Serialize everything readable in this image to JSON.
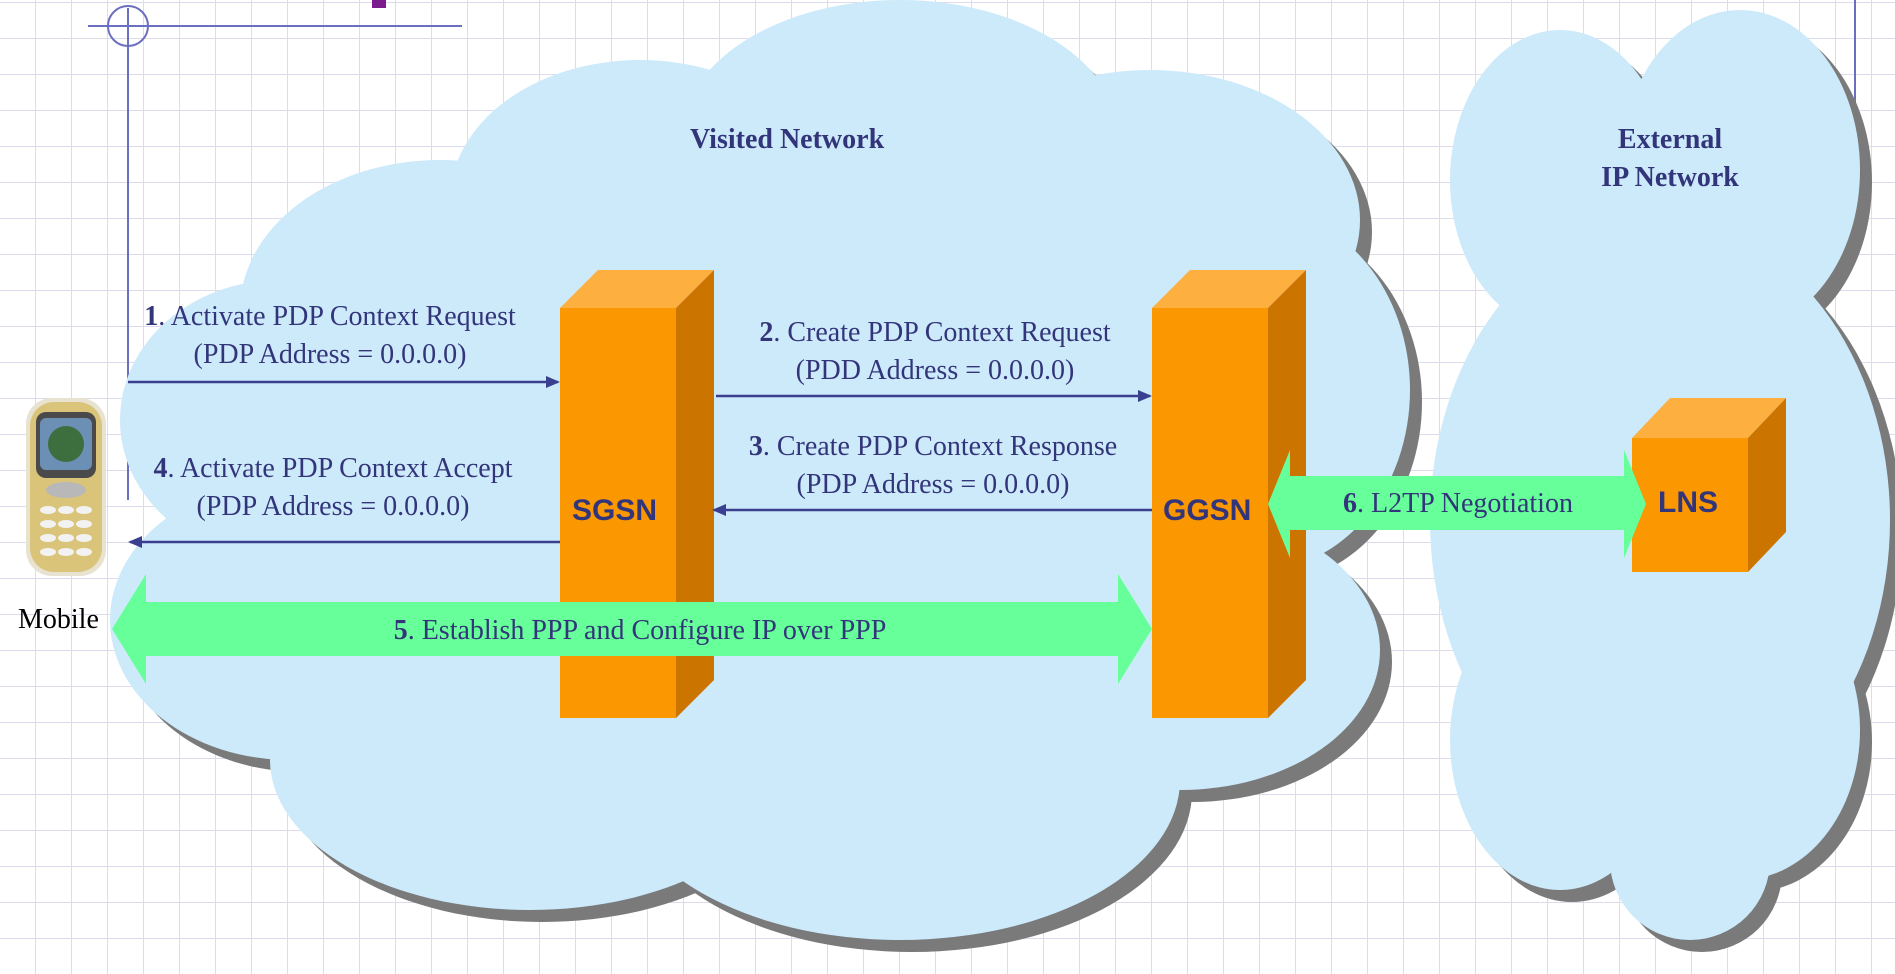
{
  "clouds": {
    "visited": {
      "title": "Visited Network"
    },
    "external": {
      "title_line1": "External",
      "title_line2": "IP Network"
    }
  },
  "nodes": {
    "sgsn": "SGSN",
    "ggsn": "GGSN",
    "lns": "LNS",
    "mobile": "Mobile"
  },
  "messages": {
    "m1": {
      "num": "1",
      "line1": ". Activate PDP Context Request",
      "line2": "(PDP Address = 0.0.0.0)"
    },
    "m2": {
      "num": "2",
      "line1": ". Create PDP Context Request",
      "line2": "(PDD Address = 0.0.0.0)"
    },
    "m3": {
      "num": "3",
      "line1": ". Create PDP Context Response",
      "line2": "(PDP Address = 0.0.0.0)"
    },
    "m4": {
      "num": "4",
      "line1": ". Activate PDP Context Accept",
      "line2": "(PDP Address = 0.0.0.0)"
    },
    "m5": {
      "num": "5",
      "line1": ". Establish PPP and Configure IP over PPP"
    },
    "m6": {
      "num": "6",
      "line1": ". L2TP Negotiation"
    }
  },
  "colors": {
    "cloud": "#cdeafb",
    "cloud_shadow": "#7a7a7a",
    "box_front": "#fb9701",
    "box_top": "#fdb040",
    "box_side": "#cc7400",
    "arrow": "#3a3f8f",
    "bigarrow": "#66ff99",
    "text": "#33357a"
  }
}
